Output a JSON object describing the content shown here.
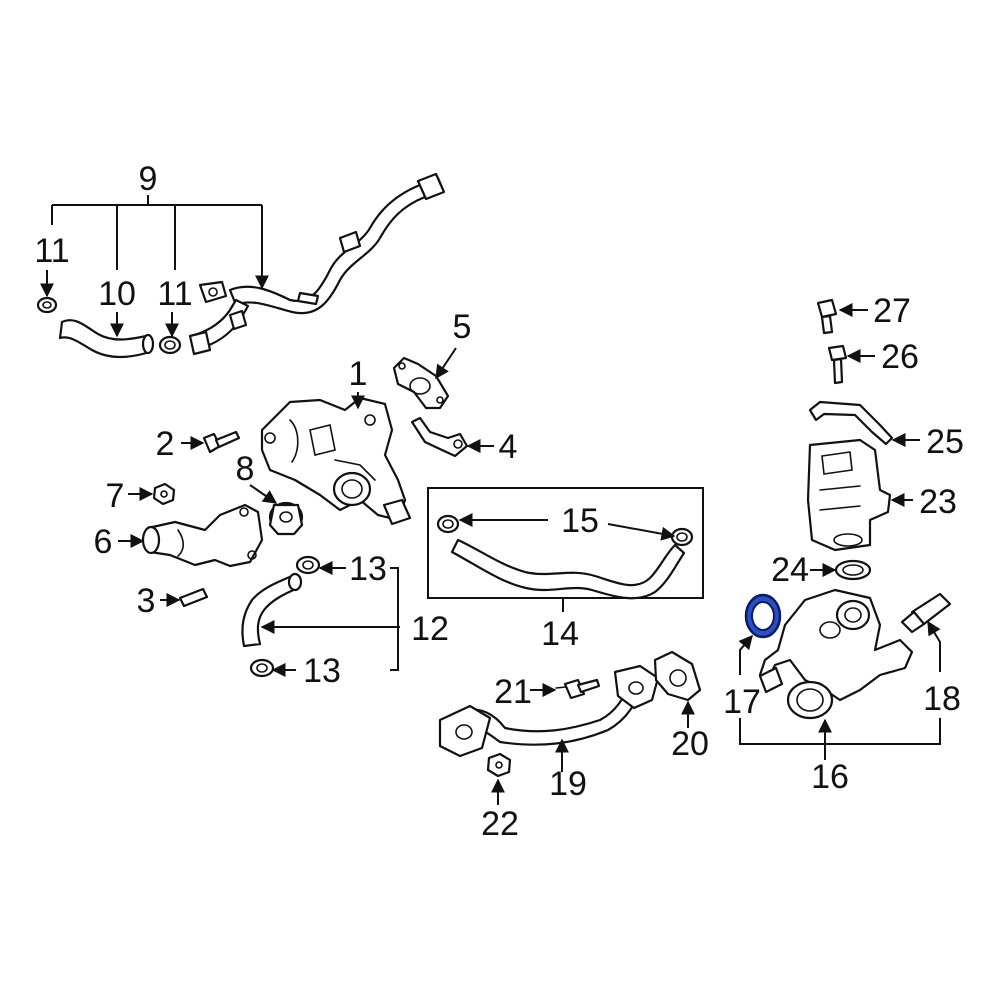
{
  "callouts": {
    "c1": "1",
    "c2": "2",
    "c3": "3",
    "c4": "4",
    "c5": "5",
    "c6": "6",
    "c7": "7",
    "c8": "8",
    "c9": "9",
    "c10": "10",
    "c11a": "11",
    "c11b": "11",
    "c12": "12",
    "c13a": "13",
    "c13b": "13",
    "c14": "14",
    "c15": "15",
    "c16": "16",
    "c17": "17",
    "c18": "18",
    "c19": "19",
    "c20": "20",
    "c21": "21",
    "c22": "22",
    "c23": "23",
    "c24": "24",
    "c25": "25",
    "c26": "26",
    "c27": "27"
  },
  "colors": {
    "line": "#111111",
    "highlight_fill": "#2b4fc0",
    "highlight_stroke": "#0b1a66",
    "background": "#ffffff"
  },
  "highlighted_part": "17"
}
